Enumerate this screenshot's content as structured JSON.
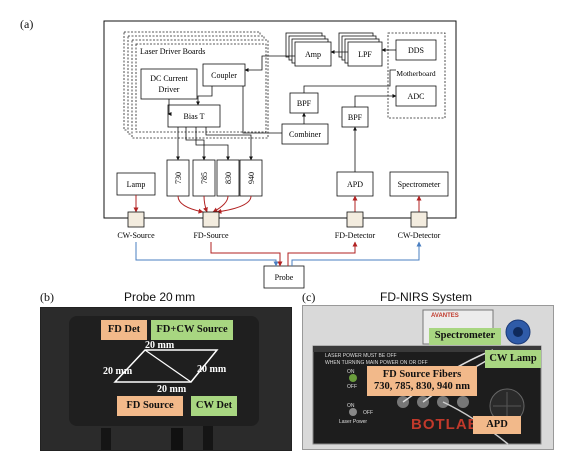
{
  "panel_a": {
    "label": "(a)",
    "boxes": {
      "laser_driver_boards": "Laser Driver Boards",
      "dc_current_driver_l1": "DC Current",
      "dc_current_driver_l2": "Driver",
      "coupler": "Coupler",
      "bias_t": "Bias T",
      "amp": "Amp",
      "lpf": "LPF",
      "dds": "DDS",
      "motherboard": "Motherboard",
      "adc": "ADC",
      "bpf_top": "BPF",
      "bpf_right": "BPF",
      "combiner": "Combiner",
      "apd": "APD",
      "spectrometer": "Spectrometer",
      "lamp": "Lamp",
      "probe": "Probe"
    },
    "wavelengths": [
      "730",
      "785",
      "830",
      "940"
    ],
    "ports": {
      "cw_source": "CW-Source",
      "fd_source": "FD-Source",
      "fd_detector": "FD-Detector",
      "cw_detector": "CW-Detector"
    },
    "colors": {
      "fd_line": "#b22222",
      "cw_line": "#4a7fc1"
    }
  },
  "panel_b": {
    "label": "(b)",
    "title": "Probe 20 mm",
    "tags": {
      "fd_det": "FD Det",
      "fd_cw_source": "FD+CW Source",
      "fd_source": "FD Source",
      "cw_det": "CW Det"
    },
    "distance_label": "20 mm",
    "colors": {
      "orange": "#f2b98a",
      "green": "#a8d681"
    }
  },
  "panel_c": {
    "label": "(c)",
    "title": "FD-NIRS System",
    "tags": {
      "spectrometer": "Spectrometer",
      "cw_lamp": "CW Lamp",
      "fd_fibers_l1": "FD Source Fibers",
      "fd_fibers_l2": "730, 785, 830, 940 nm",
      "apd": "APD"
    },
    "device_text": {
      "warning_l1": "LASER POWER MUST BE OFF",
      "warning_l2": "WHEN TURNING MAIN POWER ON OR OFF",
      "on": "ON",
      "off": "OFF",
      "laser_power": "Laser Power",
      "brand": "BOTLAB",
      "spectro_brand": "AVANTES"
    }
  }
}
